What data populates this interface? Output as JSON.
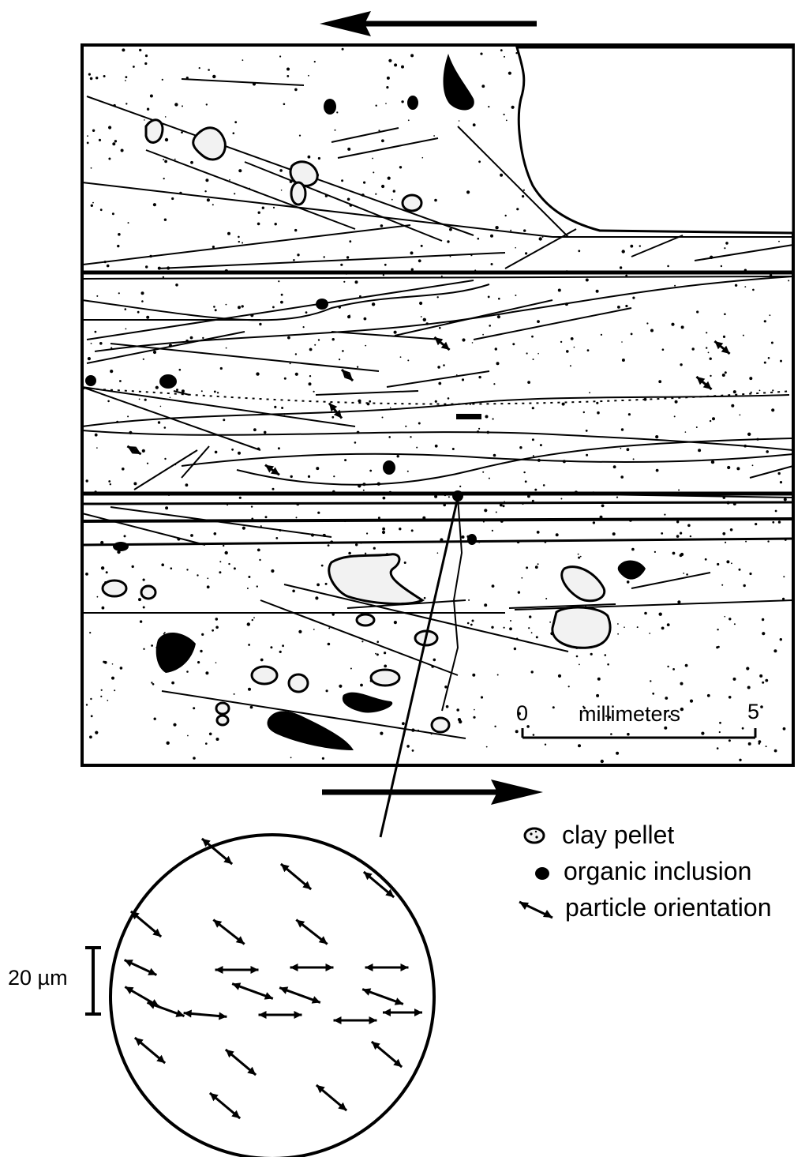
{
  "scale_bar": {
    "start_label": "0",
    "unit_label": "millimeters",
    "end_label": "5"
  },
  "legend": {
    "items": [
      {
        "symbol": "clay-pellet-icon",
        "label": "clay pellet"
      },
      {
        "symbol": "organic-inclusion-icon",
        "label": "organic inclusion"
      },
      {
        "symbol": "particle-orientation-icon",
        "label": "particle orientation"
      }
    ]
  },
  "inset_scale": {
    "label": "20 µm"
  },
  "colors": {
    "ink": "#000000",
    "paper": "#ffffff",
    "pellet_fill": "#f2f2f2"
  }
}
